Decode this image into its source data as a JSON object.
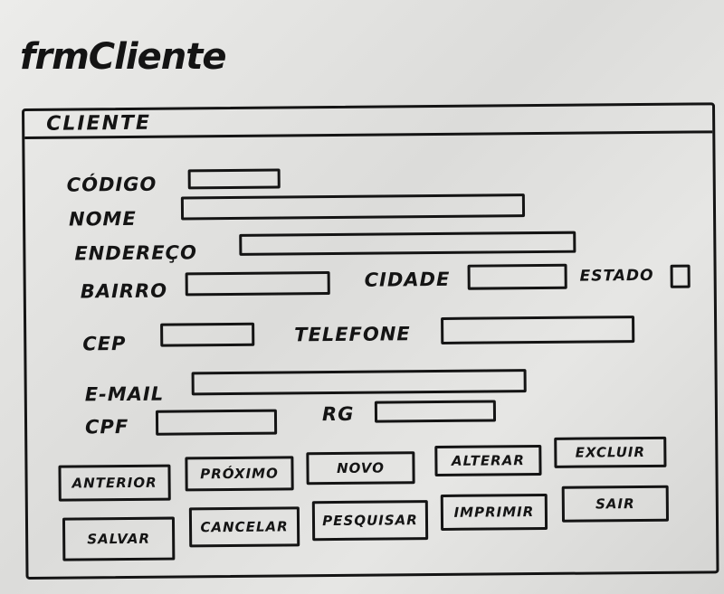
{
  "page": {
    "form_name": "frmCliente"
  },
  "window": {
    "title": "CLIENTE"
  },
  "fields": {
    "codigo": "CÓDIGO",
    "nome": "NOME",
    "endereco": "ENDEREÇO",
    "bairro": "BAIRRO",
    "cidade": "CIDADE",
    "estado": "ESTADO",
    "cep": "CEP",
    "telefone": "TELEFONE",
    "email": "E-MAIL",
    "cpf": "CPF",
    "rg": "RG"
  },
  "buttons": {
    "anterior": "ANTERIOR",
    "proximo": "PRÓXIMO",
    "novo": "NOVO",
    "alterar": "ALTERAR",
    "excluir": "EXCLUIR",
    "salvar": "SALVAR",
    "cancelar": "CANCELAR",
    "pesquisar": "PESQUISAR",
    "imprimir": "IMPRIMIR",
    "sair": "SAIR"
  }
}
